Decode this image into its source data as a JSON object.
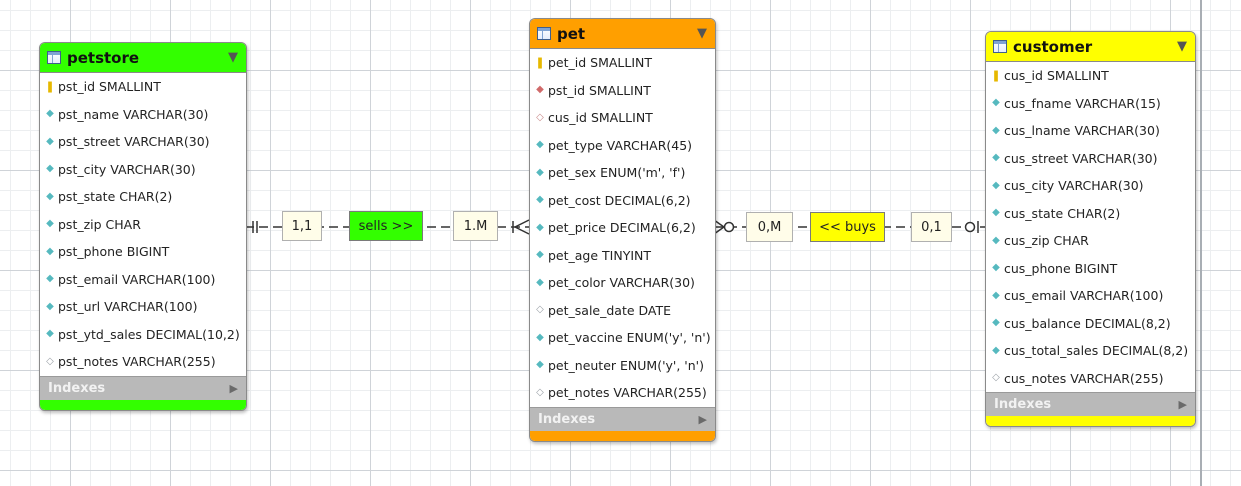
{
  "colors": {
    "petstore_accent": "#33ff00",
    "pet_accent": "#ff9f00",
    "customer_accent": "#ffff00",
    "card_bg": "#fffde9",
    "grid": "#cfd3d8"
  },
  "icons": {
    "primary_key": "key-icon",
    "foreign_key": "foreign-key-diamond-icon",
    "not_null": "not-null-diamond-icon",
    "nullable": "nullable-diamond-icon",
    "table": "table-icon",
    "dropdown": "dropdown-triangle-icon"
  },
  "tables": {
    "petstore": {
      "name": "petstore",
      "indexes_label": "Indexes",
      "columns": [
        {
          "label": "pst_id SMALLINT",
          "kind": "pk"
        },
        {
          "label": "pst_name VARCHAR(30)",
          "kind": "nn"
        },
        {
          "label": "pst_street VARCHAR(30)",
          "kind": "nn"
        },
        {
          "label": "pst_city VARCHAR(30)",
          "kind": "nn"
        },
        {
          "label": "pst_state CHAR(2)",
          "kind": "nn"
        },
        {
          "label": "pst_zip CHAR",
          "kind": "nn"
        },
        {
          "label": "pst_phone BIGINT",
          "kind": "nn"
        },
        {
          "label": "pst_email VARCHAR(100)",
          "kind": "nn"
        },
        {
          "label": "pst_url VARCHAR(100)",
          "kind": "nn"
        },
        {
          "label": "pst_ytd_sales DECIMAL(10,2)",
          "kind": "nn"
        },
        {
          "label": "pst_notes VARCHAR(255)",
          "kind": "null"
        }
      ]
    },
    "pet": {
      "name": "pet",
      "indexes_label": "Indexes",
      "columns": [
        {
          "label": "pet_id SMALLINT",
          "kind": "pk"
        },
        {
          "label": "pst_id SMALLINT",
          "kind": "fk"
        },
        {
          "label": "cus_id SMALLINT",
          "kind": "fkn"
        },
        {
          "label": "pet_type VARCHAR(45)",
          "kind": "nn"
        },
        {
          "label": "pet_sex ENUM('m', 'f')",
          "kind": "nn"
        },
        {
          "label": "pet_cost DECIMAL(6,2)",
          "kind": "nn"
        },
        {
          "label": "pet_price DECIMAL(6,2)",
          "kind": "nn"
        },
        {
          "label": "pet_age TINYINT",
          "kind": "nn"
        },
        {
          "label": "pet_color VARCHAR(30)",
          "kind": "nn"
        },
        {
          "label": "pet_sale_date DATE",
          "kind": "null"
        },
        {
          "label": "pet_vaccine ENUM('y', 'n')",
          "kind": "nn"
        },
        {
          "label": "pet_neuter ENUM('y', 'n')",
          "kind": "nn"
        },
        {
          "label": "pet_notes VARCHAR(255)",
          "kind": "null"
        }
      ]
    },
    "customer": {
      "name": "customer",
      "indexes_label": "Indexes",
      "columns": [
        {
          "label": "cus_id SMALLINT",
          "kind": "pk"
        },
        {
          "label": "cus_fname VARCHAR(15)",
          "kind": "nn"
        },
        {
          "label": "cus_lname VARCHAR(30)",
          "kind": "nn"
        },
        {
          "label": "cus_street VARCHAR(30)",
          "kind": "nn"
        },
        {
          "label": "cus_city VARCHAR(30)",
          "kind": "nn"
        },
        {
          "label": "cus_state CHAR(2)",
          "kind": "nn"
        },
        {
          "label": "cus_zip CHAR",
          "kind": "nn"
        },
        {
          "label": "cus_phone BIGINT",
          "kind": "nn"
        },
        {
          "label": "cus_email VARCHAR(100)",
          "kind": "nn"
        },
        {
          "label": "cus_balance DECIMAL(8,2)",
          "kind": "nn"
        },
        {
          "label": "cus_total_sales DECIMAL(8,2)",
          "kind": "nn"
        },
        {
          "label": "cus_notes VARCHAR(255)",
          "kind": "null"
        }
      ]
    }
  },
  "relationships": {
    "sells": {
      "left_cardinality": "1,1",
      "label": "sells >>",
      "right_cardinality": "1.M"
    },
    "buys": {
      "left_cardinality": "0,M",
      "label": "<< buys",
      "right_cardinality": "0,1"
    }
  }
}
